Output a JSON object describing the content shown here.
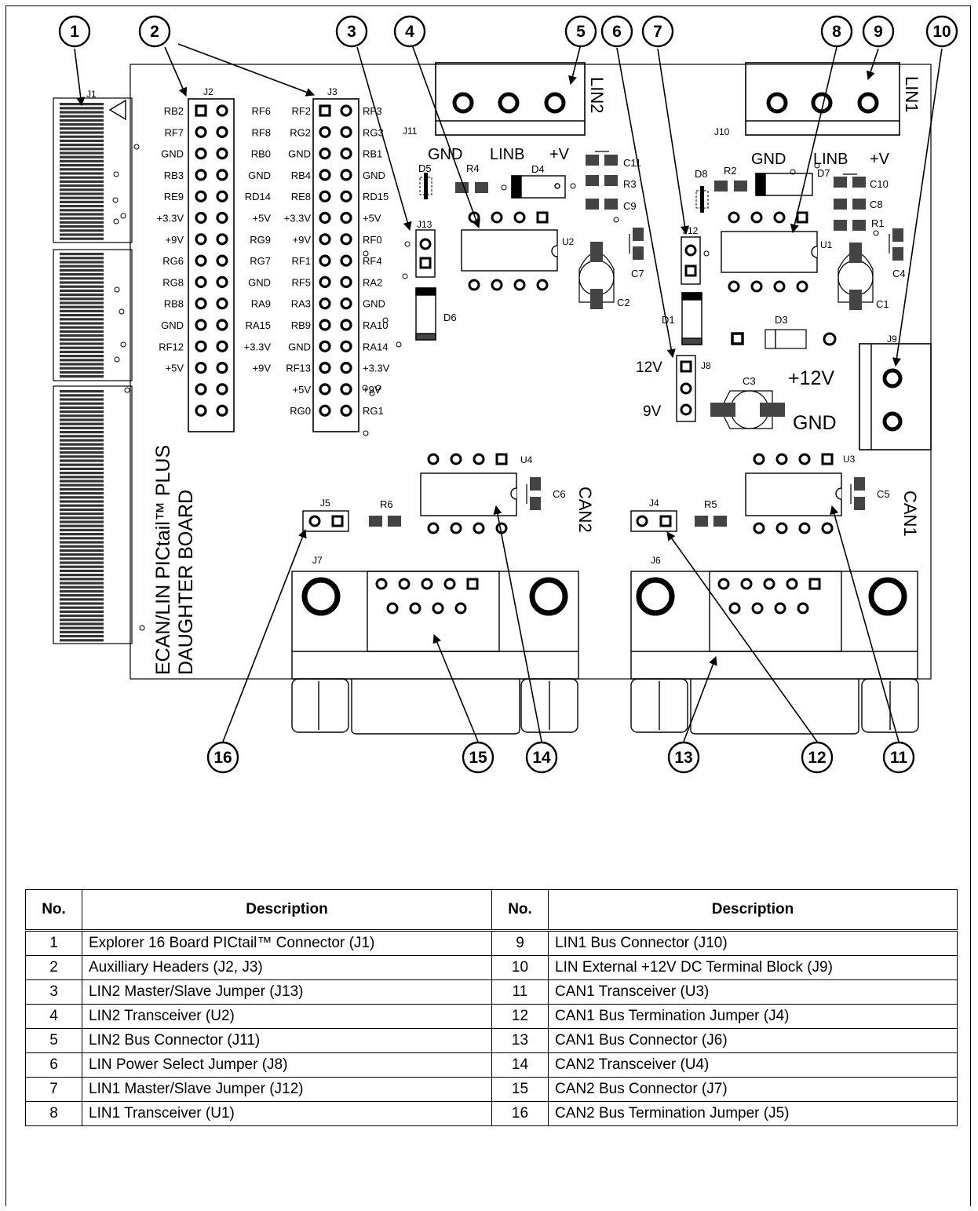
{
  "board": {
    "title_line1": "ECAN/LIN PICtail™ PLUS",
    "title_line2": "DAUGHTER BOARD",
    "connectors": {
      "j1": "J1",
      "j2": "J2",
      "j3": "J3",
      "j4": "J4",
      "j5": "J5",
      "j6": "J6",
      "j7": "J7",
      "j8": "J8",
      "j9": "J9",
      "j10": "J10",
      "j11": "J11",
      "j12": "J12",
      "j13": "J13"
    },
    "chips": {
      "u1": "U1",
      "u2": "U2",
      "u3": "U3",
      "u4": "U4"
    },
    "parts": {
      "r1": "R1",
      "r2": "R2",
      "r3": "R3",
      "r4": "R4",
      "r5": "R5",
      "r6": "R6",
      "c1": "C1",
      "c2": "C2",
      "c3": "C3",
      "c4": "C4",
      "c5": "C5",
      "c6": "C6",
      "c7": "C7",
      "c8": "C8",
      "c9": "C9",
      "c10": "C10",
      "c11": "C11",
      "d1": "D1",
      "d3": "D3",
      "d4": "D4",
      "d5": "D5",
      "d6": "D6",
      "d7": "D7",
      "d8": "D8"
    },
    "silk": {
      "lin1": "LIN1",
      "lin2": "LIN2",
      "can1": "CAN1",
      "can2": "CAN2",
      "gnd": "GND",
      "linb": "LINB",
      "plus_v": "+V",
      "v12": "12V",
      "v9": "9V",
      "plus12v": "+12V"
    },
    "j2_left_labels": [
      "RB2",
      "RF7",
      "GND",
      "RB3",
      "RE9",
      "+3.3V",
      "+9V",
      "RG6",
      "RG8",
      "RB8",
      "GND",
      "RF12",
      "+5V"
    ],
    "j2_right_labels": [
      "RF6",
      "RF8",
      "RB0",
      "GND",
      "RD14",
      "+5V",
      "RG9",
      "RG7",
      "GND",
      "RA9",
      "RA15",
      "+3.3V",
      "+9V"
    ],
    "j3_left_labels": [
      "RF2",
      "RG2",
      "GND",
      "RB4",
      "RE8",
      "+3.3V",
      "+9V",
      "RF1",
      "RF5",
      "RA3",
      "RB9",
      "GND",
      "RF13",
      "+5V",
      "RG0"
    ],
    "j3_right_labels": [
      "RF3",
      "RG3",
      "RB1",
      "GND",
      "RD15",
      "+5V",
      "RF0",
      "RF4",
      "RA2",
      "GND",
      "RA10",
      "RA14",
      "+3.3V",
      "+9V",
      "RG1"
    ]
  },
  "callouts": [
    "1",
    "2",
    "3",
    "4",
    "5",
    "6",
    "7",
    "8",
    "9",
    "10",
    "11",
    "12",
    "13",
    "14",
    "15",
    "16"
  ],
  "table": {
    "header_no": "No.",
    "header_desc": "Description",
    "rows": [
      {
        "no_a": "1",
        "desc_a": "Explorer 16 Board PICtail™ Connector (J1)",
        "no_b": "9",
        "desc_b": "LIN1 Bus Connector (J10)"
      },
      {
        "no_a": "2",
        "desc_a": "Auxilliary Headers (J2, J3)",
        "no_b": "10",
        "desc_b": "LIN External +12V DC Terminal Block (J9)"
      },
      {
        "no_a": "3",
        "desc_a": "LIN2 Master/Slave Jumper (J13)",
        "no_b": "11",
        "desc_b": "CAN1 Transceiver (U3)"
      },
      {
        "no_a": "4",
        "desc_a": "LIN2 Transceiver (U2)",
        "no_b": "12",
        "desc_b": "CAN1 Bus Termination Jumper (J4)"
      },
      {
        "no_a": "5",
        "desc_a": "LIN2 Bus Connector (J11)",
        "no_b": "13",
        "desc_b": "CAN1 Bus Connector (J6)"
      },
      {
        "no_a": "6",
        "desc_a": "LIN Power Select Jumper (J8)",
        "no_b": "14",
        "desc_b": "CAN2 Transceiver (U4)"
      },
      {
        "no_a": "7",
        "desc_a": "LIN1 Master/Slave Jumper (J12)",
        "no_b": "15",
        "desc_b": "CAN2 Bus Connector (J7)"
      },
      {
        "no_a": "8",
        "desc_a": "LIN1 Transceiver (U1)",
        "no_b": "16",
        "desc_b": "CAN2 Bus Termination Jumper (J5)"
      }
    ]
  }
}
